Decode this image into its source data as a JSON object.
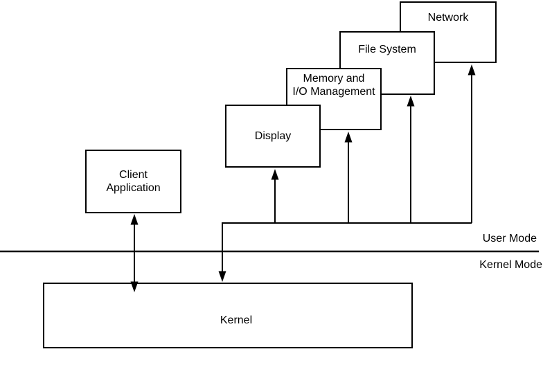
{
  "diagram": {
    "boxes": {
      "network": "Network",
      "file_system": "File System",
      "memory_io": "Memory and\nI/O Management",
      "display": "Display",
      "client_application": "Client\nApplication",
      "kernel": "Kernel"
    },
    "mode_labels": {
      "user": "User Mode",
      "kernel": "Kernel Mode"
    },
    "colors": {
      "line": "#000000",
      "box_fill": "#ffffff",
      "background": "#ffffff"
    }
  }
}
